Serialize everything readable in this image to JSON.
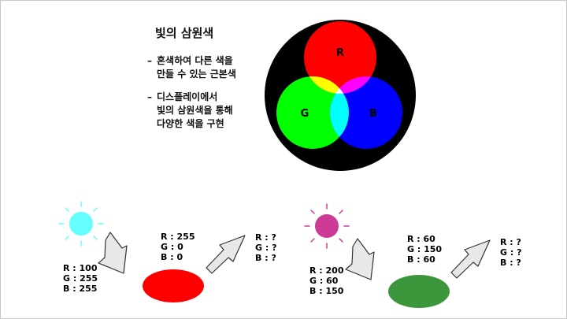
{
  "slide": {
    "title": "빛의 삼원색",
    "bullets": [
      {
        "dash": "–",
        "line1": "혼색하여 다른 색을",
        "line2": "만들 수 있는 근본색"
      },
      {
        "dash": "–",
        "line1": "디스플레이에서",
        "line2": "빛의 삼원색을 통해",
        "line3": "다양한 색을 구현"
      }
    ]
  },
  "venn": {
    "labels": {
      "r": "R",
      "g": "G",
      "b": "B"
    },
    "colors": {
      "background": "#000000",
      "red": "#ff0000",
      "green": "#00ff00",
      "blue": "#0000ff",
      "yellow": "#ffff00",
      "magenta": "#ff00ff",
      "cyan": "#00ffff",
      "white": "#ffffff"
    }
  },
  "example1": {
    "light_color": "#66ffff",
    "light_values": [
      "R : 100",
      "G : 255",
      "B : 255"
    ],
    "surface_color": "#ff0000",
    "surface_values": [
      "R : 255",
      "G : 0",
      "B : 0"
    ],
    "reflected_values": [
      "R : ?",
      "G : ?",
      "B : ?"
    ]
  },
  "example2": {
    "light_color": "#cc3c96",
    "light_values": [
      "R : 200",
      "G : 60",
      "B : 150"
    ],
    "surface_color": "#3c963c",
    "surface_values": [
      "R : 60",
      "G : 150",
      "B : 60"
    ],
    "reflected_values": [
      "R : ?",
      "G : ?",
      "B : ?"
    ]
  }
}
